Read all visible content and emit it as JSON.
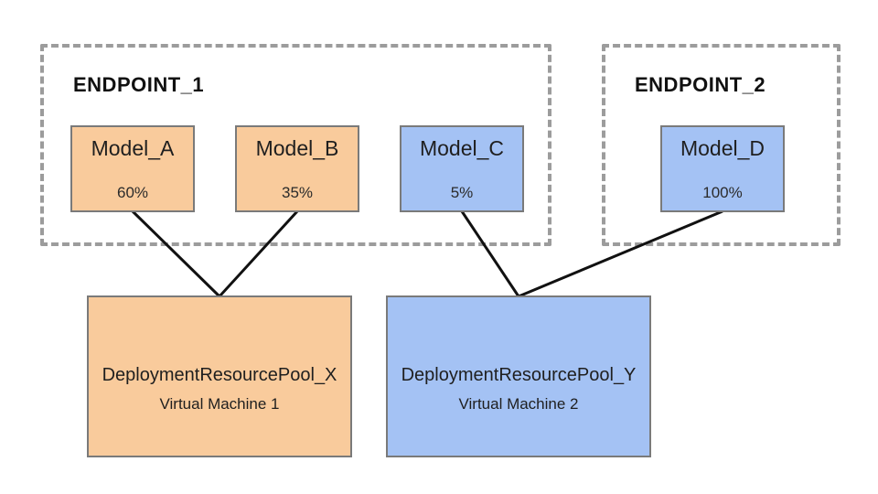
{
  "diagram": {
    "type": "architecture-diagram",
    "description_visible_text_only": true
  },
  "colors": {
    "background": "#FFFFFF",
    "orange_fill": "#F9CB9C",
    "blue_fill": "#A4C2F4",
    "node_border": "#7A7A7A",
    "endpoint_dashed_border": "#9C9C9C",
    "connector": "#111111",
    "text": "#1F1F1F"
  },
  "endpoints": [
    {
      "id": "endpoint-1",
      "label": "ENDPOINT_1"
    },
    {
      "id": "endpoint-2",
      "label": "ENDPOINT_2"
    }
  ],
  "models": [
    {
      "id": "model-a",
      "name": "Model_A",
      "traffic_split": "60%",
      "fill": "orange"
    },
    {
      "id": "model-b",
      "name": "Model_B",
      "traffic_split": "35%",
      "fill": "orange"
    },
    {
      "id": "model-c",
      "name": "Model_C",
      "traffic_split": "5%",
      "fill": "blue"
    },
    {
      "id": "model-d",
      "name": "Model_D",
      "traffic_split": "100%",
      "fill": "blue"
    }
  ],
  "pools": [
    {
      "id": "pool-x",
      "name": "DeploymentResourcePool_X",
      "machine": "Virtual Machine 1",
      "fill": "orange"
    },
    {
      "id": "pool-y",
      "name": "DeploymentResourcePool_Y",
      "machine": "Virtual Machine 2",
      "fill": "blue"
    }
  ],
  "connections": [
    {
      "from": "model-a",
      "to": "pool-x"
    },
    {
      "from": "model-b",
      "to": "pool-x"
    },
    {
      "from": "model-c",
      "to": "pool-y"
    },
    {
      "from": "model-d",
      "to": "pool-y"
    }
  ]
}
